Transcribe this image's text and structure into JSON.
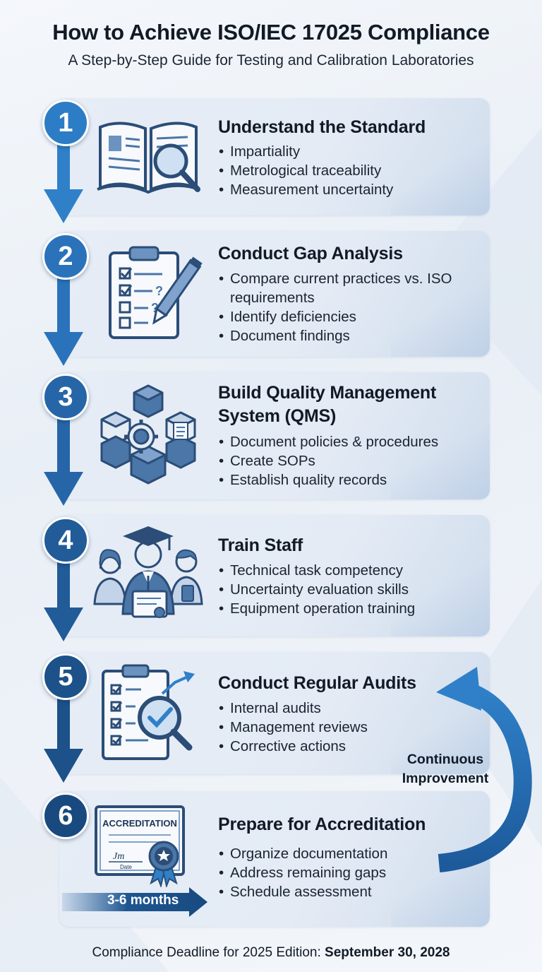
{
  "header": {
    "title": "How to Achieve ISO/IEC 17025 Compliance",
    "subtitle": "A Step-by-Step Guide for Testing and Calibration Laboratories"
  },
  "colors": {
    "step_blue": "#2f7cc4",
    "step_navy": "#1e5587",
    "card_bg": "#e4ebf5",
    "icon_fill": "#4a76a8"
  },
  "steps": [
    {
      "number": "1",
      "title": "Understand the Standard",
      "icon": "open-book-magnifier-icon",
      "bullets": [
        "Impartiality",
        "Metrological traceability",
        "Measurement uncertainty"
      ]
    },
    {
      "number": "2",
      "title": "Conduct Gap Analysis",
      "icon": "clipboard-checklist-pencil-icon",
      "bullets": [
        "Compare current practices vs. ISO requirements",
        "Identify deficiencies",
        "Document findings"
      ]
    },
    {
      "number": "3",
      "title": "Build Quality Management System (QMS)",
      "icon": "cubes-gear-document-icon",
      "bullets": [
        "Document policies & procedures",
        "Create SOPs",
        "Establish quality records"
      ]
    },
    {
      "number": "4",
      "title": "Train Staff",
      "icon": "graduate-team-icon",
      "bullets": [
        "Technical task competency",
        "Uncertainty evaluation skills",
        "Equipment operation training"
      ]
    },
    {
      "number": "5",
      "title": "Conduct Regular Audits",
      "icon": "audit-checklist-magnifier-icon",
      "bullets": [
        "Internal audits",
        "Management reviews",
        "Corrective actions"
      ]
    },
    {
      "number": "6",
      "title": "Prepare for Accreditation",
      "icon": "accreditation-certificate-icon",
      "bullets": [
        "Organize documentation",
        "Address remaining gaps",
        "Schedule assessment"
      ]
    }
  ],
  "certificate": {
    "heading": "ACCREDITATION",
    "signature": "Jm",
    "date_label": "Date"
  },
  "cycle": {
    "line1": "Continuous",
    "line2": "Improvement"
  },
  "timeline": {
    "label": "3-6 months"
  },
  "footer": {
    "prefix": "Compliance Deadline for 2025 Edition:",
    "deadline": "September 30, 2028"
  }
}
